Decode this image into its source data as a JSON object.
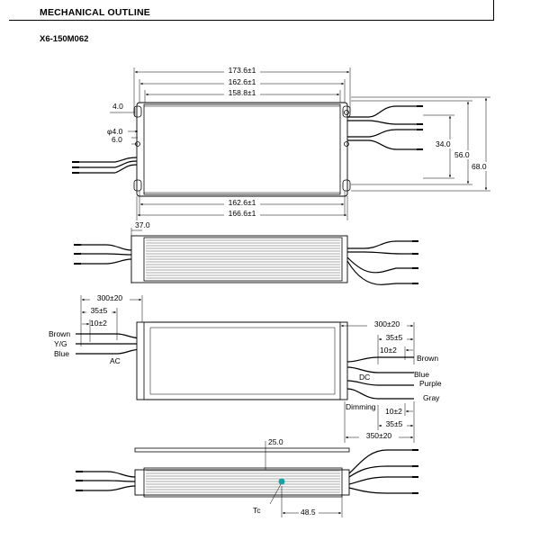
{
  "header": {
    "title": "MECHANICAL OUTLINE",
    "model": "X6-150M062"
  },
  "top_view": {
    "dims": {
      "total_length": "173.6±1",
      "inner_length": "162.6±1",
      "body_length": "158.8±1",
      "mount_offset": "4.0",
      "hole_dia": "φ4.0",
      "slot_width": "6.0",
      "wire_spacing": "34.0",
      "mount_spacing": "56.0",
      "total_width": "68.0",
      "bottom_inner": "162.6±1",
      "bottom_total": "166.6±1"
    }
  },
  "side_view": {
    "dims": {
      "height": "37.0"
    }
  },
  "wiring_view": {
    "ac": {
      "lead_length": "300±20",
      "strip_length": "35±5",
      "tin_length": "10±2",
      "wires": [
        "Brown",
        "Y/G",
        "Blue"
      ],
      "label": "AC"
    },
    "dc": {
      "lead_length": "300±20",
      "strip_length": "35±5",
      "tin_length": "10±2",
      "wires": [
        "Brown",
        "Blue"
      ],
      "label": "DC"
    },
    "dimming": {
      "wires": [
        "Purple",
        "Gray"
      ],
      "label": "Dimming",
      "tin_length": "10±2",
      "strip_length": "35±5",
      "lead_length": "350±20"
    }
  },
  "bottom_view": {
    "dims": {
      "tc_offset": "25.0",
      "tc_label": "Tc",
      "tc_x": "48.5"
    },
    "tc_color": "#1aa3a3"
  }
}
